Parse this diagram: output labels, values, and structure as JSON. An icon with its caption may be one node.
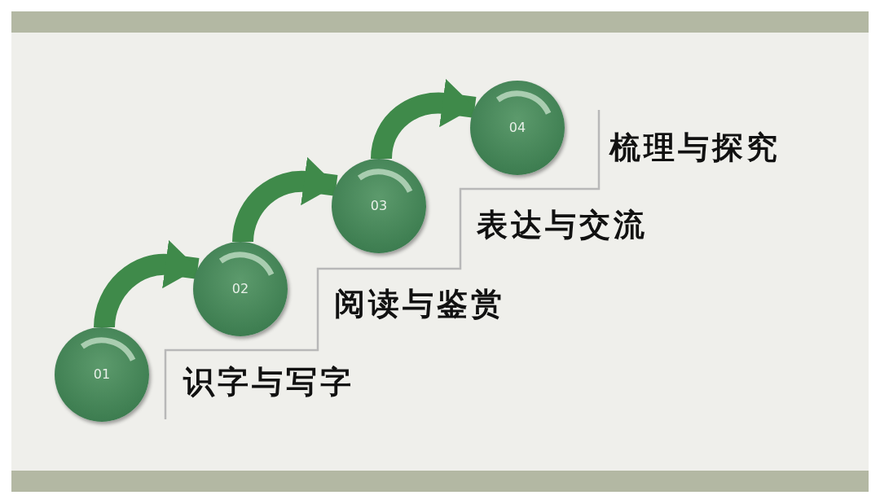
{
  "diagram": {
    "nodes": [
      {
        "text": [
          "01"
        ],
        "beside": [
          "识字与写字"
        ]
      },
      {
        "text": [
          "02"
        ],
        "beside": [
          "阅读与鉴赏"
        ]
      },
      {
        "text": [
          "03"
        ],
        "beside": [
          "表达与交流"
        ]
      },
      {
        "text": [
          "04"
        ],
        "beside": [
          "梳理与探究"
        ]
      }
    ],
    "edges": [
      {
        "from": 0,
        "to": 1,
        "arrow": "to"
      },
      {
        "from": 1,
        "to": 2,
        "arrow": "to"
      },
      {
        "from": 2,
        "to": 3,
        "arrow": "to"
      }
    ]
  }
}
